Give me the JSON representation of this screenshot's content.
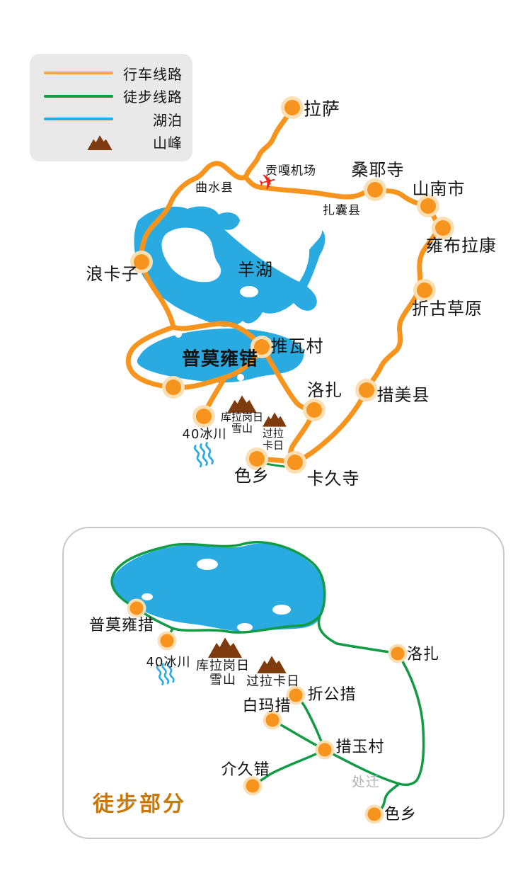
{
  "legend": {
    "drive": "行车线路",
    "hike": "徒步线路",
    "lake": "湖泊",
    "peak": "山峰"
  },
  "icons": {
    "airplane": "✈"
  },
  "colors": {
    "drive_route": "#F7941E",
    "hike_route": "#129B45",
    "lake": "#29ABE2",
    "mountain": "#7E3B0D",
    "station_dot": "#F7941E",
    "dot_halo": "#FBDFB4",
    "legend_bg": "#E9E9E9",
    "hike_title": "#C97708",
    "muted_text": "#B3B3B3"
  },
  "top_map": {
    "stations": {
      "lasa": "拉萨",
      "sangyesi": "桑耶寺",
      "shannan": "山南市",
      "yongbulakang": "雍布拉康",
      "zhegu": "折古草原",
      "cuomei": "措美县",
      "luozha": "洛扎",
      "kajiu": "卡久寺",
      "sexiang": "色乡",
      "bingchuan": "40冰川",
      "tuiwa": "推瓦村",
      "langkazi": "浪卡子"
    },
    "areas": {
      "qushui": "曲水县",
      "zhanang": "扎囊县",
      "airport": "贡嘎机场",
      "yanghu": "羊湖",
      "pumo": "普莫雍错"
    },
    "peaks": {
      "kula_line1": "库拉岗日",
      "kula_line2": "雪山",
      "guola_line1": "过拉",
      "guola_line2": "卡日"
    }
  },
  "bottom_map": {
    "title": "徒步部分",
    "stations": {
      "pumo": "普莫雍措",
      "bingchuan": "40冰川",
      "luozha": "洛扎",
      "zhegong": "折公措",
      "baima": "白玛措",
      "cuoyu": "措玉村",
      "jiejiu": "介久错",
      "sexiang": "色乡"
    },
    "peaks": {
      "kula_line1": "库拉岗日",
      "kula_line2": "雪山",
      "guola": "过拉卡日"
    },
    "muted_label": "处迁"
  }
}
